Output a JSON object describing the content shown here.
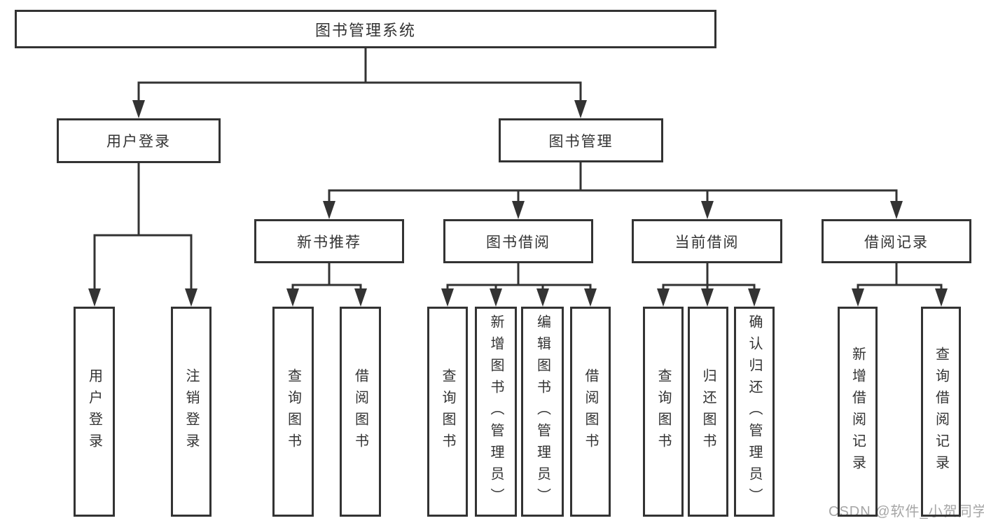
{
  "diagram": {
    "title": "图书管理系统",
    "level2": {
      "user_login": "用户登录",
      "book_management": "图书管理"
    },
    "level3": {
      "new_book": "新书推荐",
      "book_borrow": "图书借阅",
      "current_borrow": "当前借阅",
      "borrow_records": "借阅记录"
    },
    "leaves": {
      "user_login": [
        "用户登录",
        "注销登录"
      ],
      "new_book": [
        "查询图书",
        "借阅图书"
      ],
      "book_borrow": [
        "查询图书",
        "新增图书（管理员）",
        "编辑图书（管理员）",
        "借阅图书"
      ],
      "current_borrow": [
        "查询图书",
        "归还图书",
        "确认归还（管理员）"
      ],
      "borrow_records": [
        "新增借阅记录",
        "查询借阅记录"
      ]
    }
  },
  "watermark": "CSDN @软件_小贺同学",
  "colors": {
    "line": "#333333",
    "text": "#333333",
    "watermark": "#a6a6a6",
    "background": "#ffffff"
  }
}
